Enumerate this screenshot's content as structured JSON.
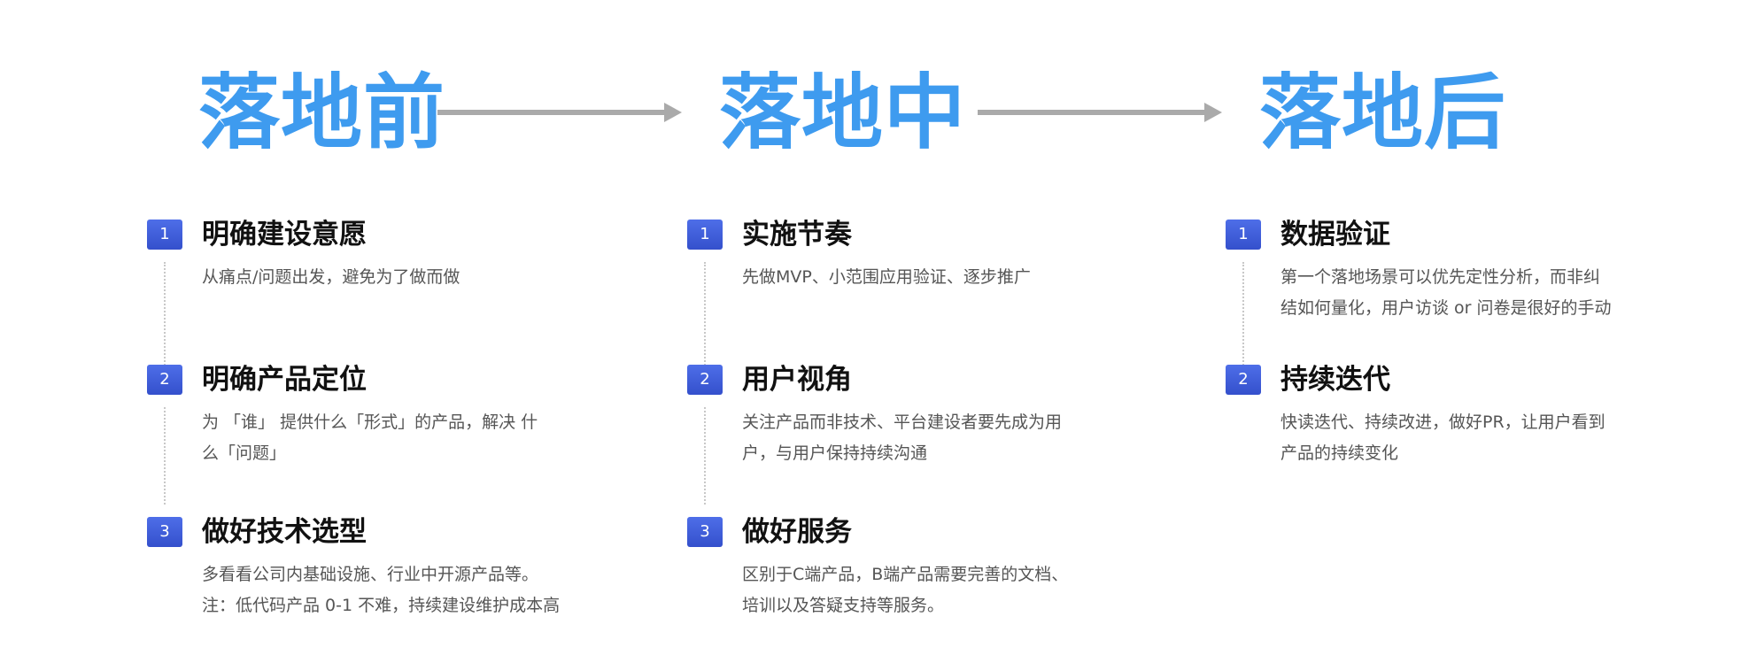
{
  "accent_color": "#3e9bef",
  "arrow_color": "#aaaaaa",
  "badge_color": "#3e5bd8",
  "columns": [
    {
      "title": "落地前",
      "steps": [
        {
          "num": "1",
          "title": "明确建设意愿",
          "lines": [
            "从痛点/问题出发，避免为了做而做"
          ]
        },
        {
          "num": "2",
          "title": "明确产品定位",
          "lines": [
            "为 「谁」 提供什么「形式」的产品，解决 什",
            "么「问题」"
          ]
        },
        {
          "num": "3",
          "title": "做好技术选型",
          "lines": [
            "多看看公司内基础设施、行业中开源产品等。",
            "注：低代码产品 0-1 不难，持续建设维护成本高"
          ]
        }
      ]
    },
    {
      "title": "落地中",
      "steps": [
        {
          "num": "1",
          "title": "实施节奏",
          "lines": [
            "先做MVP、小范围应用验证、逐步推广"
          ]
        },
        {
          "num": "2",
          "title": "用户视角",
          "lines": [
            "关注产品而非技术、平台建设者要先成为用",
            "户，与用户保持持续沟通"
          ]
        },
        {
          "num": "3",
          "title": "做好服务",
          "lines": [
            "区别于C端产品，B端产品需要完善的文档、",
            "培训以及答疑支持等服务。"
          ]
        }
      ]
    },
    {
      "title": "落地后",
      "steps": [
        {
          "num": "1",
          "title": "数据验证",
          "lines": [
            "第一个落地场景可以优先定性分析，而非纠",
            "结如何量化，用户访谈 or 问卷是很好的手动"
          ]
        },
        {
          "num": "2",
          "title": "持续迭代",
          "lines": [
            "快读迭代、持续改进，做好PR，让用户看到",
            "产品的持续变化"
          ]
        }
      ]
    }
  ]
}
